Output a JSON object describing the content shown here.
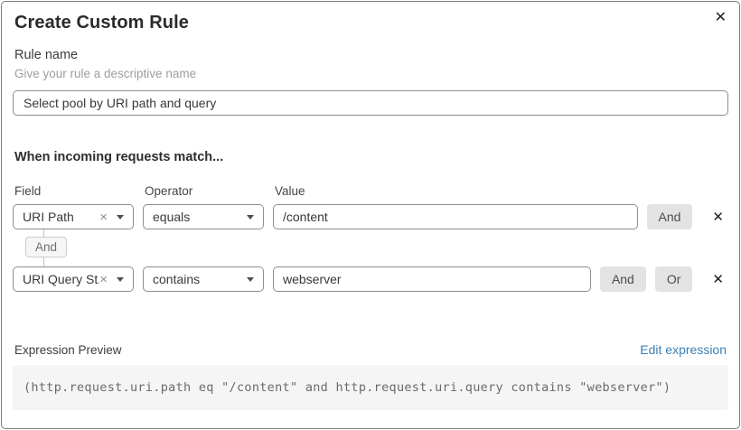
{
  "dialog": {
    "title": "Create Custom Rule"
  },
  "icons": {
    "close": "✕",
    "remove_row": "✕",
    "clear_selection": "×"
  },
  "rule_name": {
    "label": "Rule name",
    "helper": "Give your rule a descriptive name",
    "value": "Select pool by URI path and query"
  },
  "matcher": {
    "heading": "When incoming requests match...",
    "columns": {
      "field": "Field",
      "operator": "Operator",
      "value": "Value"
    },
    "connector": "And",
    "rows": [
      {
        "field": "URI Path",
        "operator": "equals",
        "value": "/content",
        "buttons": [
          "And"
        ]
      },
      {
        "field": "URI Query St...",
        "operator": "contains",
        "value": "webserver",
        "buttons": [
          "And",
          "Or"
        ]
      }
    ]
  },
  "expression": {
    "label": "Expression Preview",
    "edit_link": "Edit expression",
    "code": "(http.request.uri.path eq \"/content\" and http.request.uri.query contains \"webserver\")"
  },
  "colors": {
    "link": "#3c80b4",
    "button_bg": "#e3e3e3",
    "code_bg": "#f5f5f5",
    "border": "#8d8d8d"
  }
}
